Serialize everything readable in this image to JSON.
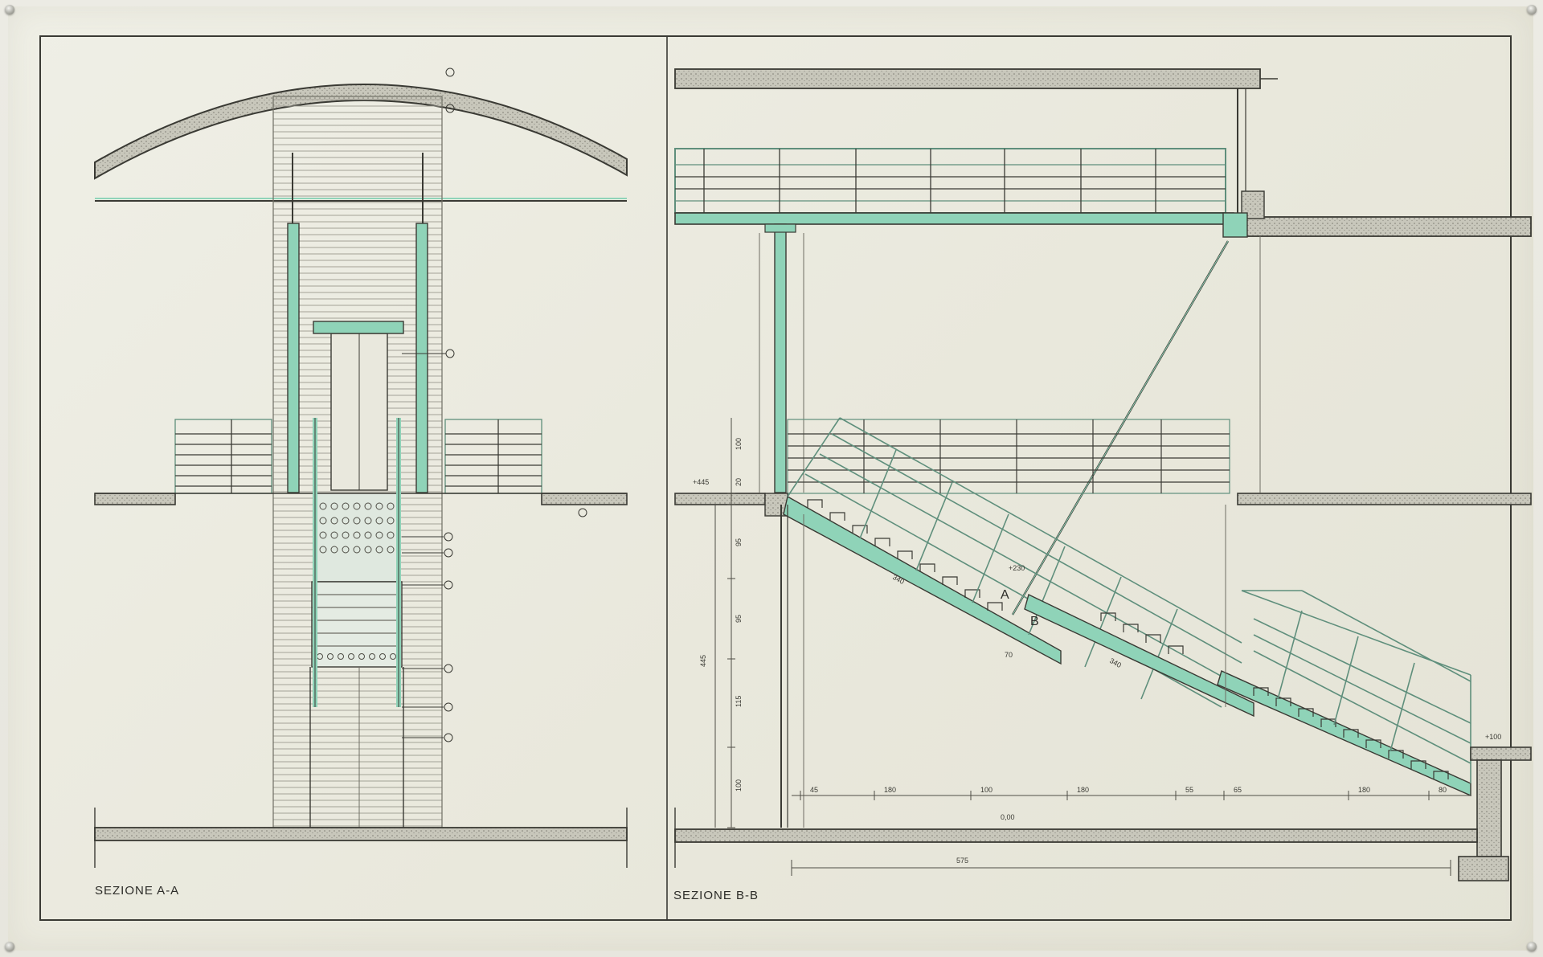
{
  "section_a": {
    "title": "SEZIONE  A-A"
  },
  "section_b": {
    "title": "SEZIONE  B-B",
    "cut_a": "A",
    "cut_b": "B",
    "dim_total": "575",
    "dims_horizontal": [
      "45",
      "180",
      "100",
      "180",
      "55",
      "65",
      "180",
      "80"
    ],
    "dims_vertical": [
      "100",
      "20",
      "95",
      "95",
      "115",
      "100"
    ],
    "dim_height": "445",
    "dim_340_upper": "340",
    "dim_340_lower": "340",
    "dim_70": "70"
  },
  "levels": {
    "upper": "+445",
    "landing": "+230",
    "right": "+100",
    "floor": "0,00"
  },
  "colors": {
    "ink": "#3a3a34",
    "pencil": "#8d8c80",
    "steel_green": "#8fd3b8",
    "concrete": "#b6b5aa",
    "sheet": "#ecebe1"
  }
}
